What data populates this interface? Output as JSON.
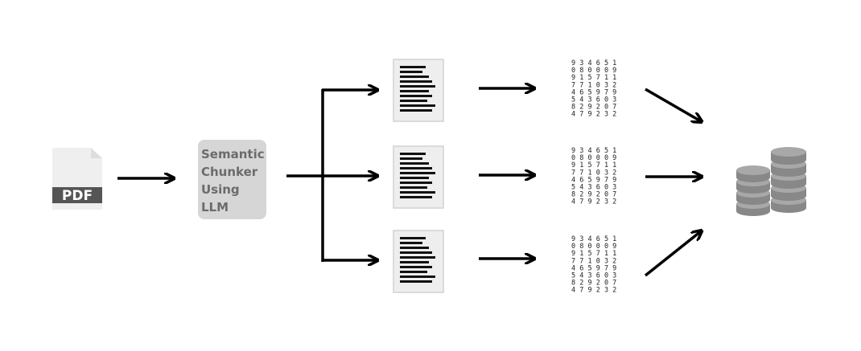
{
  "pdf": {
    "label": "PDF"
  },
  "chunker": {
    "lines": [
      "Semantic",
      "Chunker",
      "Using",
      "LLM"
    ]
  },
  "vectors": {
    "rows": [
      "9 3 4 6 5 1",
      "0 8 0 0 0 9",
      "9 1 5 7 1 1",
      "7 7 1 0 3 2",
      "4 6 5 9 7 9",
      "5 4 3 6 0 3",
      "8 2 9 2 0 7",
      "4 7 9 2 3 2"
    ]
  },
  "colors": {
    "arrow": "#000000",
    "chunker_bg": "#d6d6d6",
    "doc_bg": "#eeeeee",
    "pdf_band": "#555555"
  },
  "icons": {
    "source": "pdf-file-icon",
    "chunk": "document-icon",
    "store": "database-icon"
  }
}
